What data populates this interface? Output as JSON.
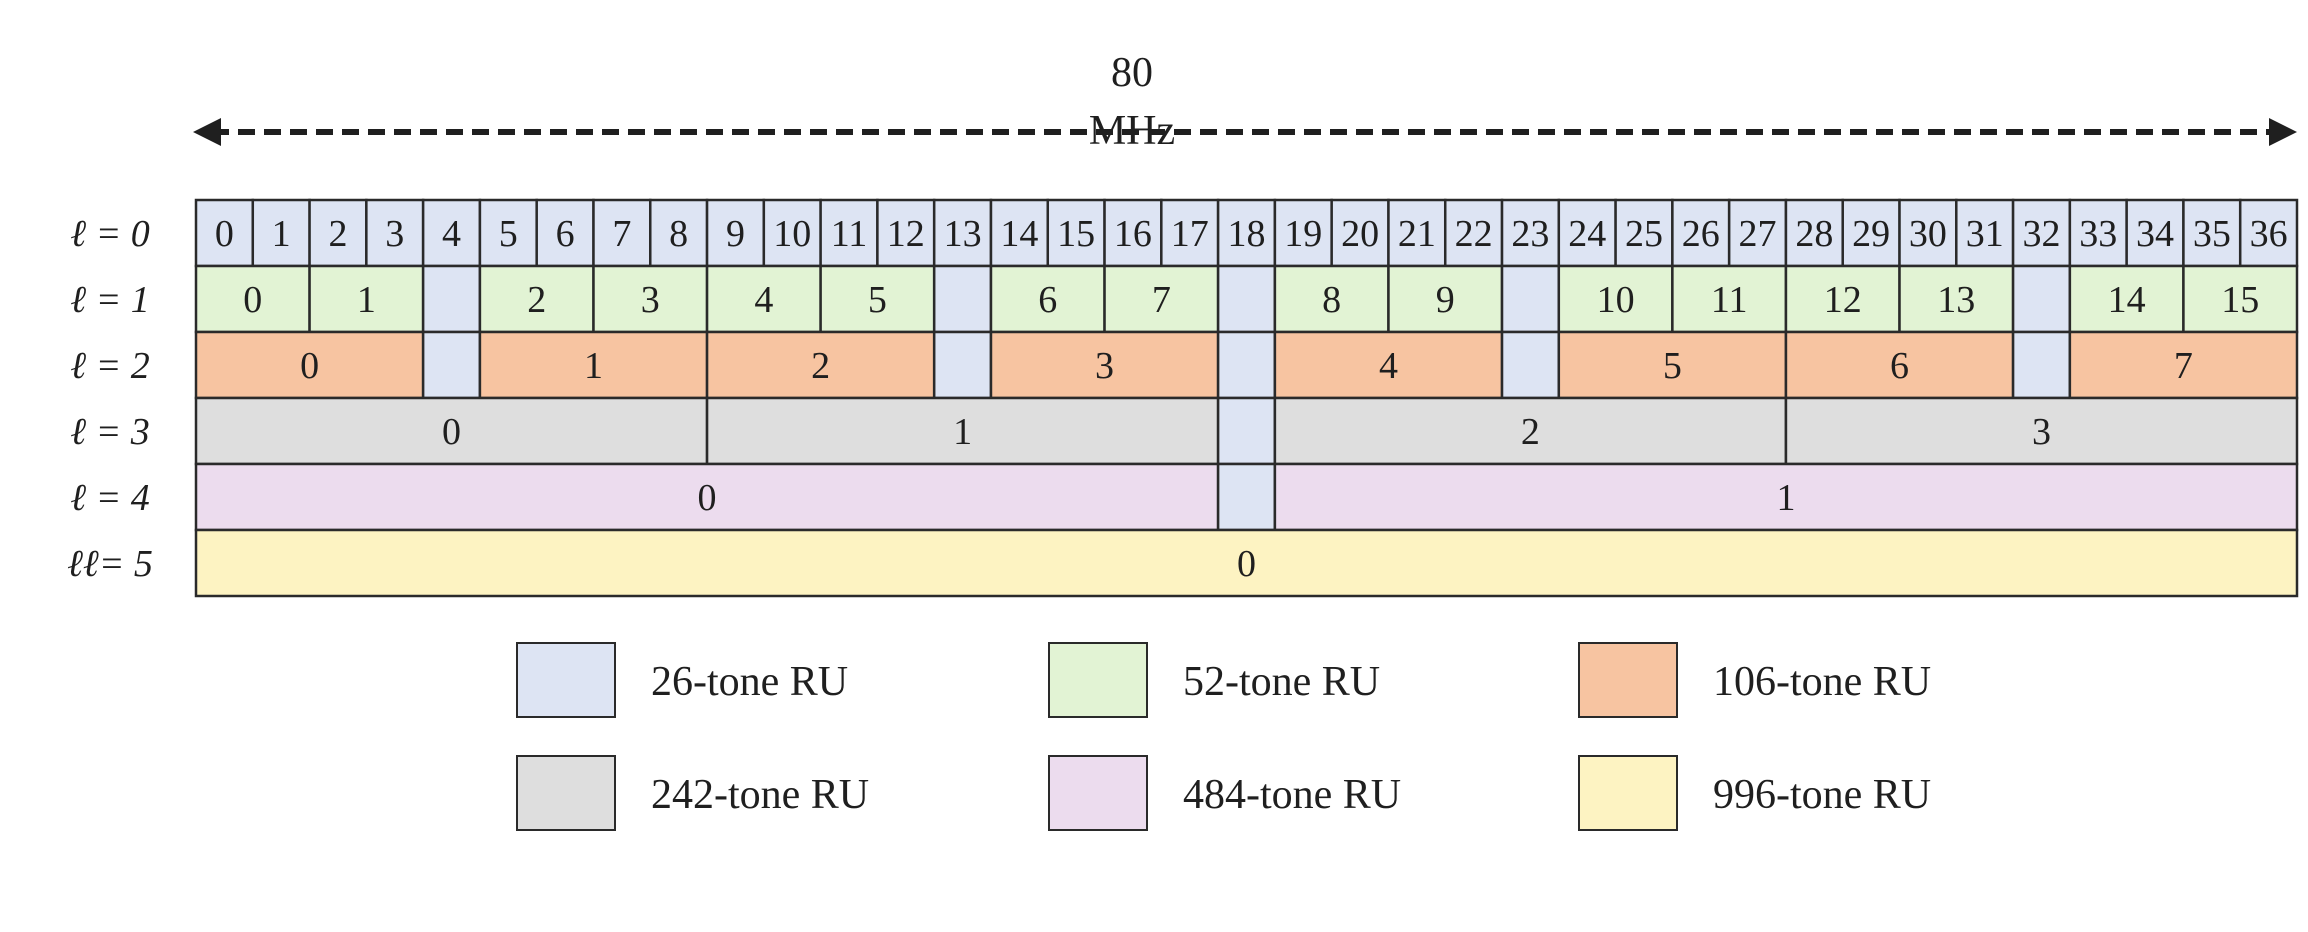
{
  "title": "80 MHz",
  "colors": {
    "26": "#dde4f3",
    "52": "#e2f3d4",
    "106": "#f7c4a1",
    "242": "#dedede",
    "484": "#ecdcee",
    "996": "#fdf3c2",
    "border": "#2a2a2a"
  },
  "rows": [
    {
      "label": "ℓ = 0",
      "cells": [
        {
          "tone": "26",
          "label": "0"
        },
        {
          "tone": "26",
          "label": "1"
        },
        {
          "tone": "26",
          "label": "2"
        },
        {
          "tone": "26",
          "label": "3"
        },
        {
          "tone": "26",
          "label": "4"
        },
        {
          "tone": "26",
          "label": "5"
        },
        {
          "tone": "26",
          "label": "6"
        },
        {
          "tone": "26",
          "label": "7"
        },
        {
          "tone": "26",
          "label": "8"
        },
        {
          "tone": "26",
          "label": "9"
        },
        {
          "tone": "26",
          "label": "10"
        },
        {
          "tone": "26",
          "label": "11"
        },
        {
          "tone": "26",
          "label": "12"
        },
        {
          "tone": "26",
          "label": "13"
        },
        {
          "tone": "26",
          "label": "14"
        },
        {
          "tone": "26",
          "label": "15"
        },
        {
          "tone": "26",
          "label": "16"
        },
        {
          "tone": "26",
          "label": "17"
        },
        {
          "tone": "26",
          "label": "18"
        },
        {
          "tone": "26",
          "label": "19"
        },
        {
          "tone": "26",
          "label": "20"
        },
        {
          "tone": "26",
          "label": "21"
        },
        {
          "tone": "26",
          "label": "22"
        },
        {
          "tone": "26",
          "label": "23"
        },
        {
          "tone": "26",
          "label": "24"
        },
        {
          "tone": "26",
          "label": "25"
        },
        {
          "tone": "26",
          "label": "26"
        },
        {
          "tone": "26",
          "label": "27"
        },
        {
          "tone": "26",
          "label": "28"
        },
        {
          "tone": "26",
          "label": "29"
        },
        {
          "tone": "26",
          "label": "30"
        },
        {
          "tone": "26",
          "label": "31"
        },
        {
          "tone": "26",
          "label": "32"
        },
        {
          "tone": "26",
          "label": "33"
        },
        {
          "tone": "26",
          "label": "34"
        },
        {
          "tone": "26",
          "label": "35"
        },
        {
          "tone": "26",
          "label": "36"
        }
      ]
    },
    {
      "label": "ℓ = 1",
      "cells": [
        {
          "tone": "52",
          "label": "0"
        },
        {
          "tone": "52",
          "label": "1"
        },
        {
          "tone": "26",
          "label": ""
        },
        {
          "tone": "52",
          "label": "2"
        },
        {
          "tone": "52",
          "label": "3"
        },
        {
          "tone": "52",
          "label": "4"
        },
        {
          "tone": "52",
          "label": "5"
        },
        {
          "tone": "26",
          "label": ""
        },
        {
          "tone": "52",
          "label": "6"
        },
        {
          "tone": "52",
          "label": "7"
        },
        {
          "tone": "26",
          "label": ""
        },
        {
          "tone": "52",
          "label": "8"
        },
        {
          "tone": "52",
          "label": "9"
        },
        {
          "tone": "26",
          "label": ""
        },
        {
          "tone": "52",
          "label": "10"
        },
        {
          "tone": "52",
          "label": "11"
        },
        {
          "tone": "52",
          "label": "12"
        },
        {
          "tone": "52",
          "label": "13"
        },
        {
          "tone": "26",
          "label": ""
        },
        {
          "tone": "52",
          "label": "14"
        },
        {
          "tone": "52",
          "label": "15"
        }
      ]
    },
    {
      "label": "ℓ = 2",
      "cells": [
        {
          "tone": "106",
          "label": "0"
        },
        {
          "tone": "26",
          "label": ""
        },
        {
          "tone": "106",
          "label": "1"
        },
        {
          "tone": "106",
          "label": "2"
        },
        {
          "tone": "26",
          "label": ""
        },
        {
          "tone": "106",
          "label": "3"
        },
        {
          "tone": "26",
          "label": ""
        },
        {
          "tone": "106",
          "label": "4"
        },
        {
          "tone": "26",
          "label": ""
        },
        {
          "tone": "106",
          "label": "5"
        },
        {
          "tone": "106",
          "label": "6"
        },
        {
          "tone": "26",
          "label": ""
        },
        {
          "tone": "106",
          "label": "7"
        }
      ]
    },
    {
      "label": "ℓ = 3",
      "cells": [
        {
          "tone": "242",
          "label": "0"
        },
        {
          "tone": "242",
          "label": "1"
        },
        {
          "tone": "26",
          "label": ""
        },
        {
          "tone": "242",
          "label": "2"
        },
        {
          "tone": "242",
          "label": "3"
        }
      ]
    },
    {
      "label": "ℓ = 4",
      "cells": [
        {
          "tone": "484",
          "label": "0"
        },
        {
          "tone": "26",
          "label": ""
        },
        {
          "tone": "484",
          "label": "1"
        }
      ]
    },
    {
      "label": "ℓℓ= 5",
      "cells": [
        {
          "tone": "996",
          "label": "0"
        }
      ]
    }
  ],
  "legend": [
    {
      "tone": "26",
      "label": "26-tone RU"
    },
    {
      "tone": "52",
      "label": "52-tone RU"
    },
    {
      "tone": "106",
      "label": "106-tone RU"
    },
    {
      "tone": "242",
      "label": "242-tone RU"
    },
    {
      "tone": "484",
      "label": "484-tone RU"
    },
    {
      "tone": "996",
      "label": "996-tone RU"
    }
  ]
}
